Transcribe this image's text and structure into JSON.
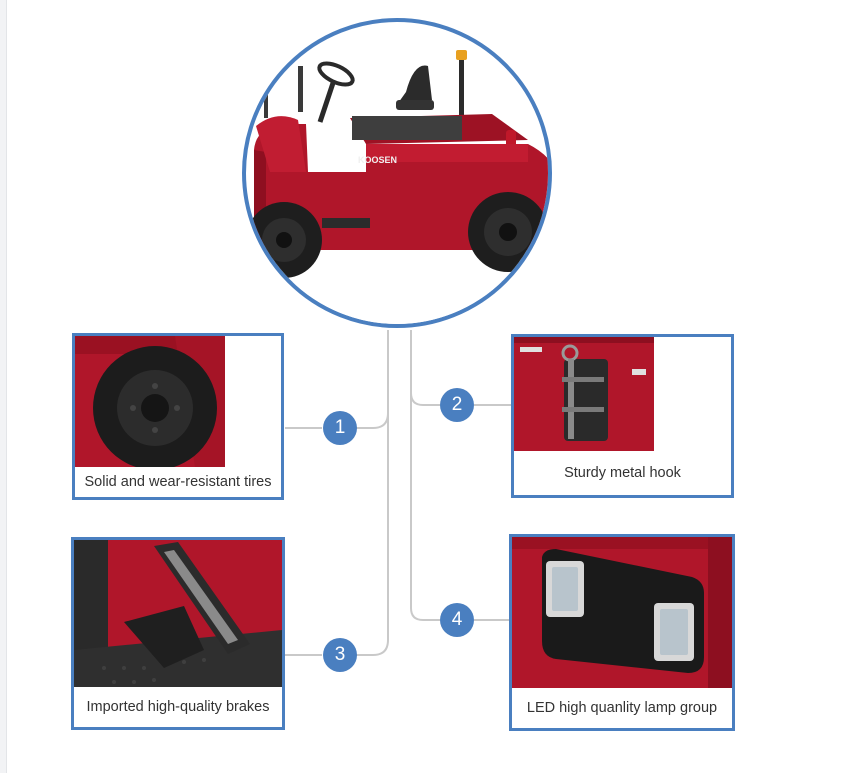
{
  "brand_text": "KOOSEN",
  "features": [
    {
      "number": "1",
      "caption": "Solid and wear-resistant tires"
    },
    {
      "number": "2",
      "caption": "Sturdy metal hook"
    },
    {
      "number": "3",
      "caption": "Imported high-quality brakes"
    },
    {
      "number": "4",
      "caption": "LED high quanlity lamp group"
    }
  ],
  "colors": {
    "accent": "#4a7fc0",
    "vehicle_red": "#b0162a",
    "tire": "#1e1e1e"
  }
}
